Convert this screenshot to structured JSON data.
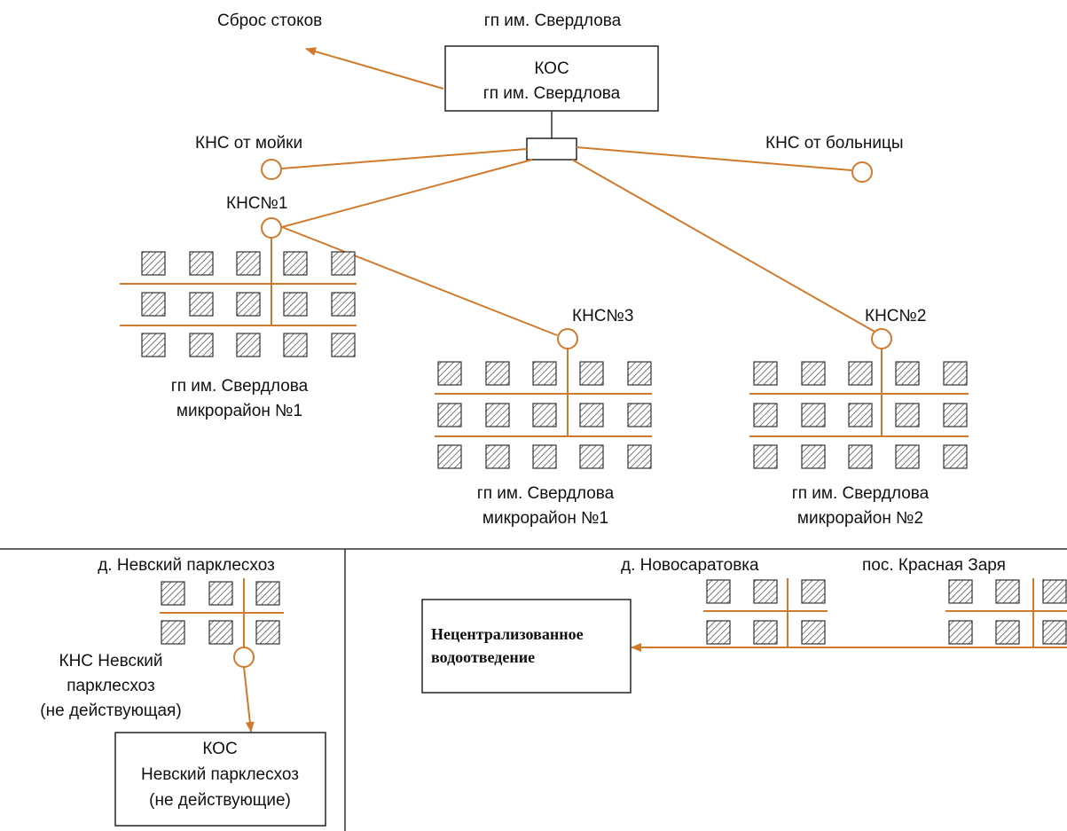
{
  "labels": {
    "discharge": "Сброс стоков",
    "kos_top_caption": "гп им. Свердлова",
    "kos_top_line1": "КОС",
    "kos_top_line2": "гп им. Свердлова",
    "kns_wash": "КНС от мойки",
    "kns_hospital": "КНС от больницы",
    "kns1": "КНС№1",
    "kns2": "КНС№2",
    "kns3": "КНС№3",
    "district_a_line1": "гп им. Свердлова",
    "district_a_line2": "микрорайон №1",
    "district_b_line1": "гп им. Свердлова",
    "district_b_line2": "микрорайон №1",
    "district_c_line1": "гп им. Свердлова",
    "district_c_line2": "микрорайон №2",
    "nevsky_caption": "д. Невский парклесхоз",
    "kns_nevsky_line1": "КНС Невский",
    "kns_nevsky_line2": "парклесхоз",
    "kns_nevsky_line3": "(не действующая)",
    "kos_nevsky_line1": "КОС",
    "kos_nevsky_line2": "Невский парклесхоз",
    "kos_nevsky_line3": "(не действующие)",
    "novosaratovka": "д. Новосаратовка",
    "krasnaya_zarya": "пос. Красная Заря",
    "decentral_line1": "Нецентрализованное",
    "decentral_line2": "водоотведение"
  },
  "colors": {
    "pipe": "#d07a2e",
    "outline": "#222222"
  }
}
